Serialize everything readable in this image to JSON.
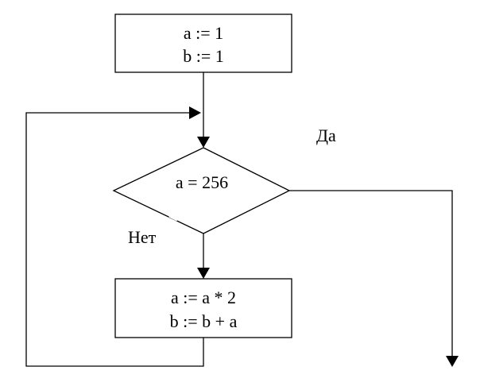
{
  "init_block": {
    "line1": "a := 1",
    "line2": "b := 1"
  },
  "condition": {
    "text": "a = 256",
    "yes_label": "Да",
    "no_label": "Нет"
  },
  "loop_body": {
    "line1": "a := a * 2",
    "line2": "b := b + a"
  }
}
